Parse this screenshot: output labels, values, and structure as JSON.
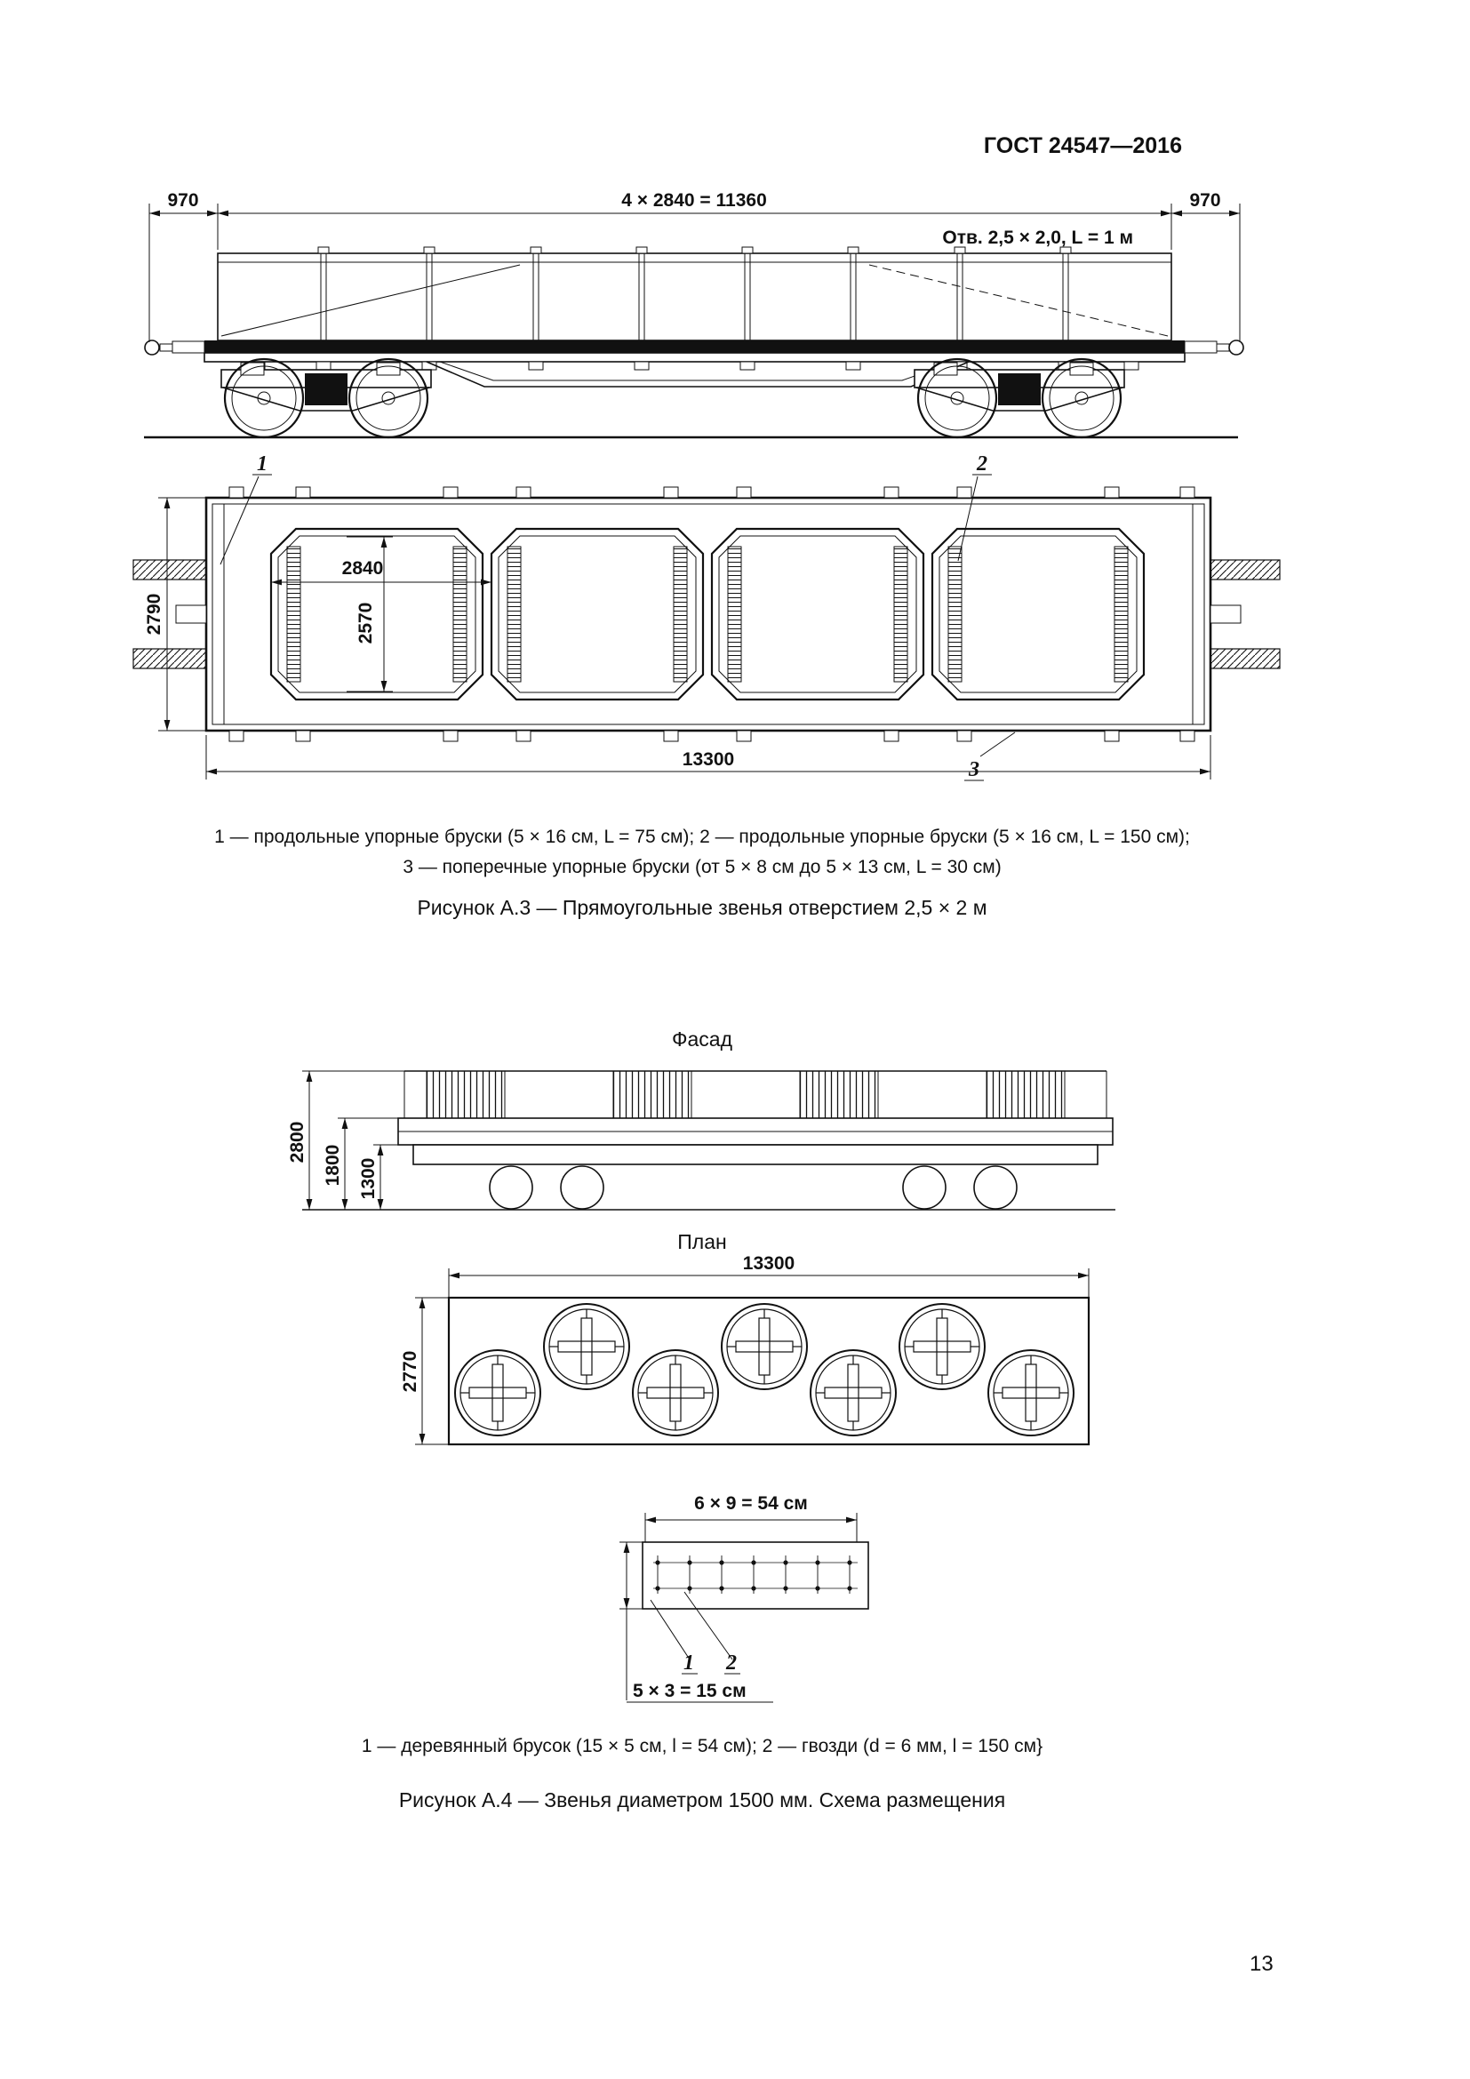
{
  "page": {
    "header": "ГОСТ 24547—2016",
    "page_number": "13"
  },
  "colors": {
    "ink": "#111111",
    "paper": "#ffffff"
  },
  "figure_a3": {
    "side_view": {
      "dim_left": "970",
      "dim_span": "4 × 2840 = 11360",
      "dim_right": "970",
      "hole_note": "Отв. 2,5 × 2,0, L = 1 м"
    },
    "plan_view": {
      "dim_height": "2790",
      "dim_pitch": "2840",
      "dim_opening": "2570",
      "dim_length": "13300",
      "callout_1": "1",
      "callout_2": "2",
      "callout_3": "3"
    },
    "legend_line1": "1 — продольные упорные бруски (5 × 16 см, L = 75 см); 2 — продольные упорные бруски (5 × 16 см, L = 150 см);",
    "legend_line2": "3 — поперечные упорные бруски (от 5 × 8 см до 5 × 13 см, L = 30 см)",
    "caption": "Рисунок А.3 — Прямоугольные звенья отверстием 2,5 × 2 м"
  },
  "figure_a4": {
    "facade": {
      "title": "Фасад",
      "dim_total": "2800",
      "dim_mid": "1800",
      "dim_low": "1300"
    },
    "plan": {
      "title": "План",
      "dim_length": "13300",
      "dim_width": "2770"
    },
    "detail": {
      "dim_top": "6 × 9 = 54 см",
      "dim_bottom": "5 × 3 = 15 см",
      "callout_1": "1",
      "callout_2": "2"
    },
    "legend": "1 — деревянный брусок (15 × 5 см, l = 54 см); 2 — гвозди (d = 6 мм, l = 150 см}",
    "caption": "Рисунок А.4 — Звенья диаметром 1500 мм. Схема размещения"
  }
}
